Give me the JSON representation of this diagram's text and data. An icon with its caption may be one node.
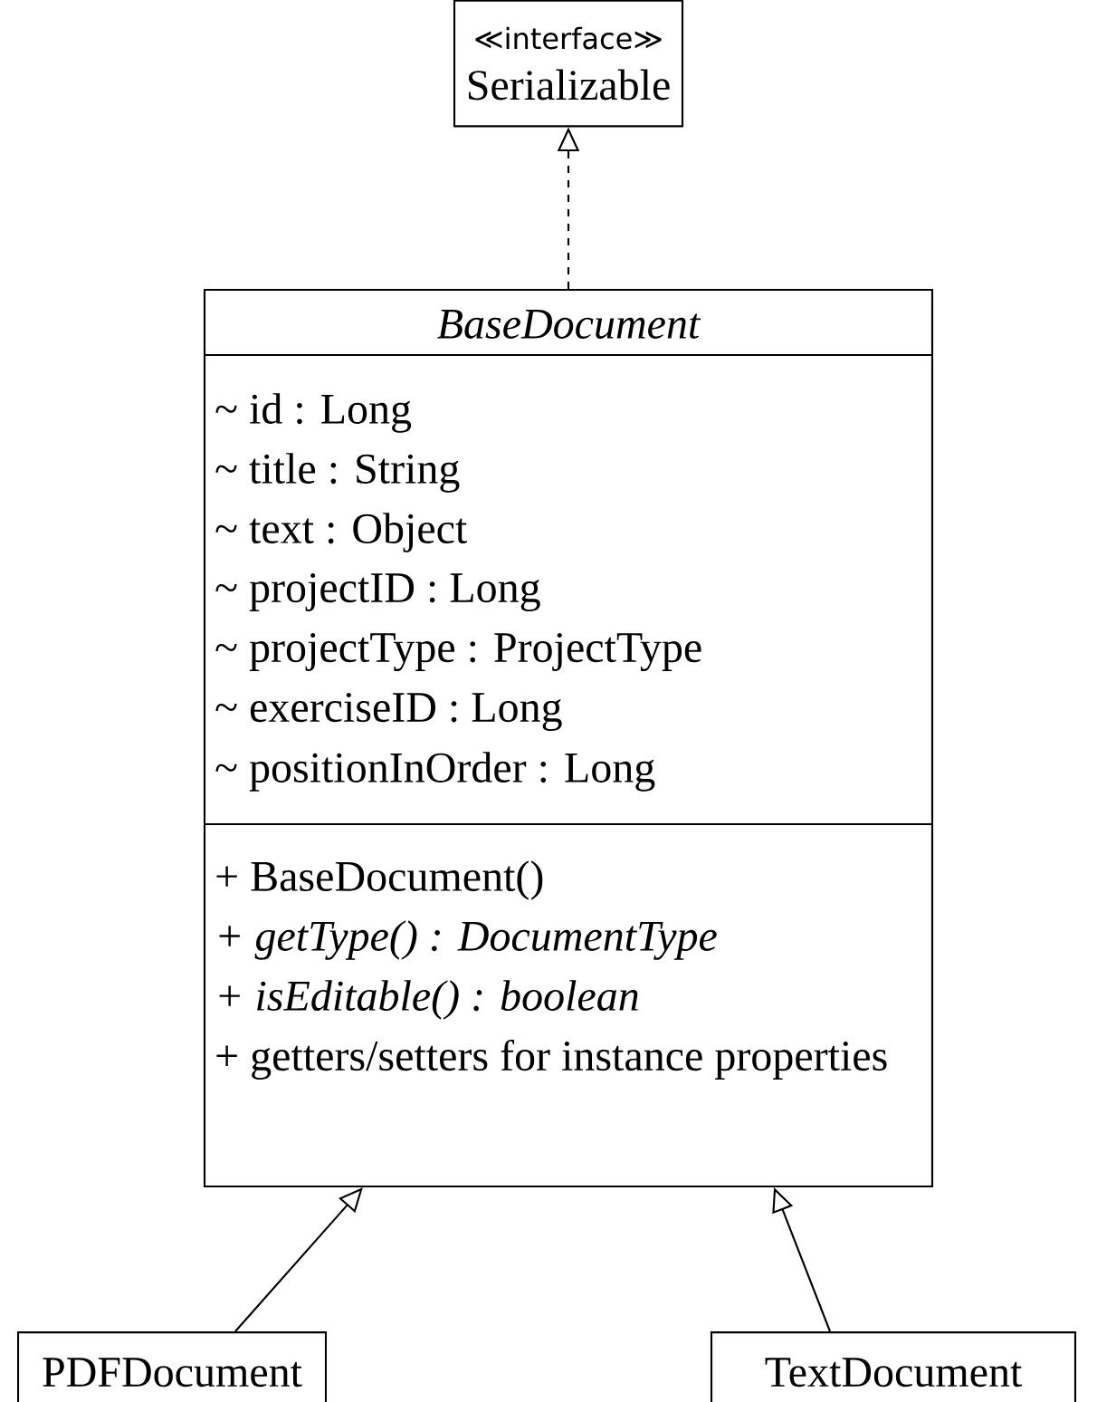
{
  "diagram": {
    "nodes": [
      {
        "text": [
          "≪interface≫",
          "Serializable"
        ]
      },
      {
        "text": [
          "BaseDocument",
          "~ id : Long",
          "~ title : String",
          "~ text : Object",
          "~ projectID : Long",
          "~ projectType : ProjectType",
          "~ exerciseID : Long",
          "~ positionInOrder : Long",
          "+ BaseDocument()",
          "+ getType() : DocumentType",
          "+ isEditable() : boolean",
          "+ getters/setters for instance properties"
        ]
      },
      {
        "text": [
          "PDFDocument"
        ]
      },
      {
        "text": [
          "TextDocument"
        ]
      }
    ],
    "edges": [
      {
        "from": 1,
        "to": 0,
        "arrow": "to",
        "style": "dashed"
      },
      {
        "from": 2,
        "to": 1,
        "arrow": "to"
      },
      {
        "from": 3,
        "to": 1,
        "arrow": "to"
      }
    ]
  }
}
